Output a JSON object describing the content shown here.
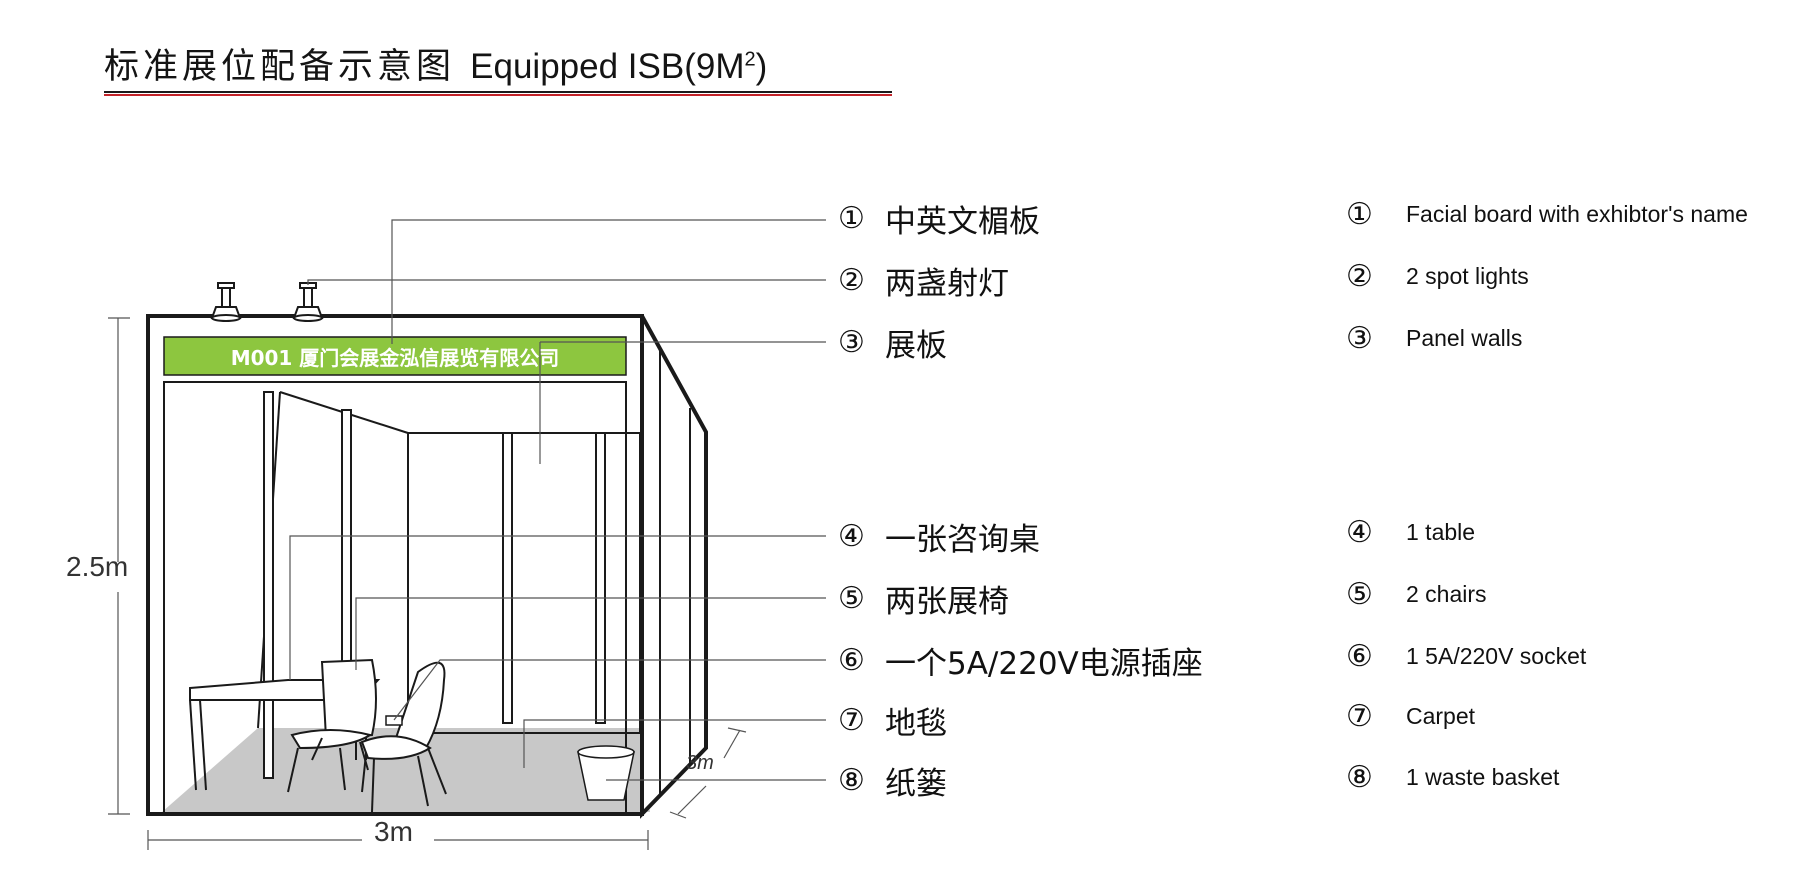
{
  "title": {
    "zh": "标准展位配备示意图",
    "en": "Equipped ISB(9M",
    "sup": "2",
    "close": ")"
  },
  "fascia_text": "M001 厦门会展金泓信展览有限公司",
  "dimensions": {
    "height": "2.5m",
    "width": "3m",
    "depth": "3m"
  },
  "items_zh": [
    {
      "num": "①",
      "label": "中英文楣板"
    },
    {
      "num": "②",
      "label": "两盏射灯"
    },
    {
      "num": "③",
      "label": "展板"
    },
    {
      "num": "④",
      "label": "一张咨询桌"
    },
    {
      "num": "⑤",
      "label": "两张展椅"
    },
    {
      "num": "⑥",
      "label": "一个5A/220V电源插座"
    },
    {
      "num": "⑦",
      "label": "地毯"
    },
    {
      "num": "⑧",
      "label": "纸篓"
    }
  ],
  "items_en": [
    {
      "num": "①",
      "label": "Facial board with exhibtor's name"
    },
    {
      "num": "②",
      "label": "2 spot lights"
    },
    {
      "num": "③",
      "label": "Panel walls"
    },
    {
      "num": "④",
      "label": "1 table"
    },
    {
      "num": "⑤",
      "label": "2 chairs"
    },
    {
      "num": "⑥",
      "label": "1 5A/220V socket"
    },
    {
      "num": "⑦",
      "label": "Carpet"
    },
    {
      "num": "⑧",
      "label": "1 waste basket"
    }
  ],
  "colors": {
    "fascia": "#8dc63f",
    "carpet": "#c8c8c8",
    "frame": "#1a1a1a",
    "title_underline": "#c3232a"
  }
}
